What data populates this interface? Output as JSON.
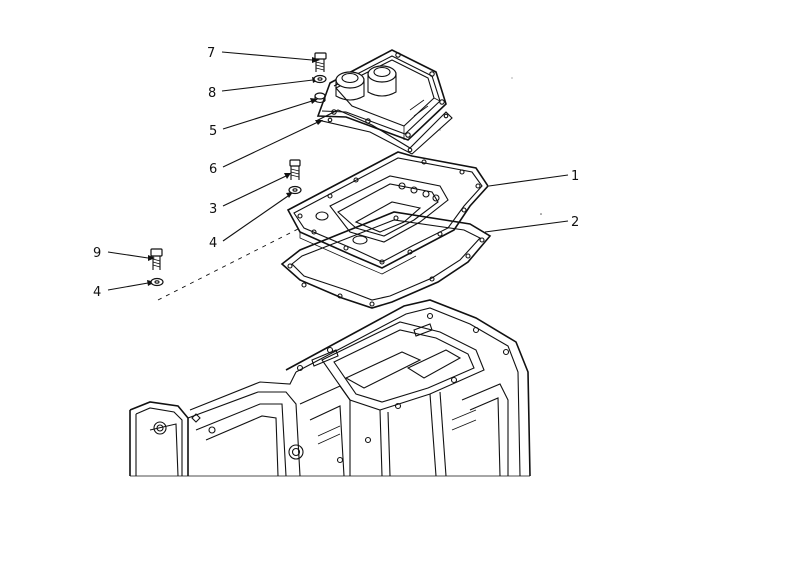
{
  "callouts": [
    {
      "id": "c7",
      "text": "7"
    },
    {
      "id": "c8",
      "text": "8"
    },
    {
      "id": "c5",
      "text": "5"
    },
    {
      "id": "c6",
      "text": "6"
    },
    {
      "id": "c3",
      "text": "3"
    },
    {
      "id": "c4a",
      "text": "4"
    },
    {
      "id": "c9",
      "text": "9"
    },
    {
      "id": "c4b",
      "text": "4"
    },
    {
      "id": "c1",
      "text": "1"
    },
    {
      "id": "c2",
      "text": "2"
    }
  ]
}
